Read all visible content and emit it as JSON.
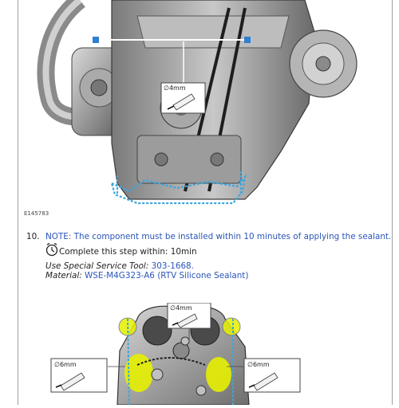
{
  "figure_top": {
    "id": "E145783",
    "callout": "∅4mm"
  },
  "step": {
    "number": "10.",
    "note": "NOTE: The component must be installed within 10 minutes of applying the sealant.",
    "timer_text": "Complete this step within: 10min",
    "tool_label": "Use Special Service Tool:",
    "tool_value": "303-1668.",
    "material_label": "Material:",
    "material_value": "WSE-M4G323-A6 (RTV Silicone Sealant)"
  },
  "figure_bottom": {
    "callout_top": "∅4mm",
    "callout_left": "∅6mm",
    "callout_right": "∅6mm"
  },
  "colors": {
    "link": "#2a55b8",
    "sealant_bead": "#3aa6e0",
    "highlight": "#e6f000"
  }
}
